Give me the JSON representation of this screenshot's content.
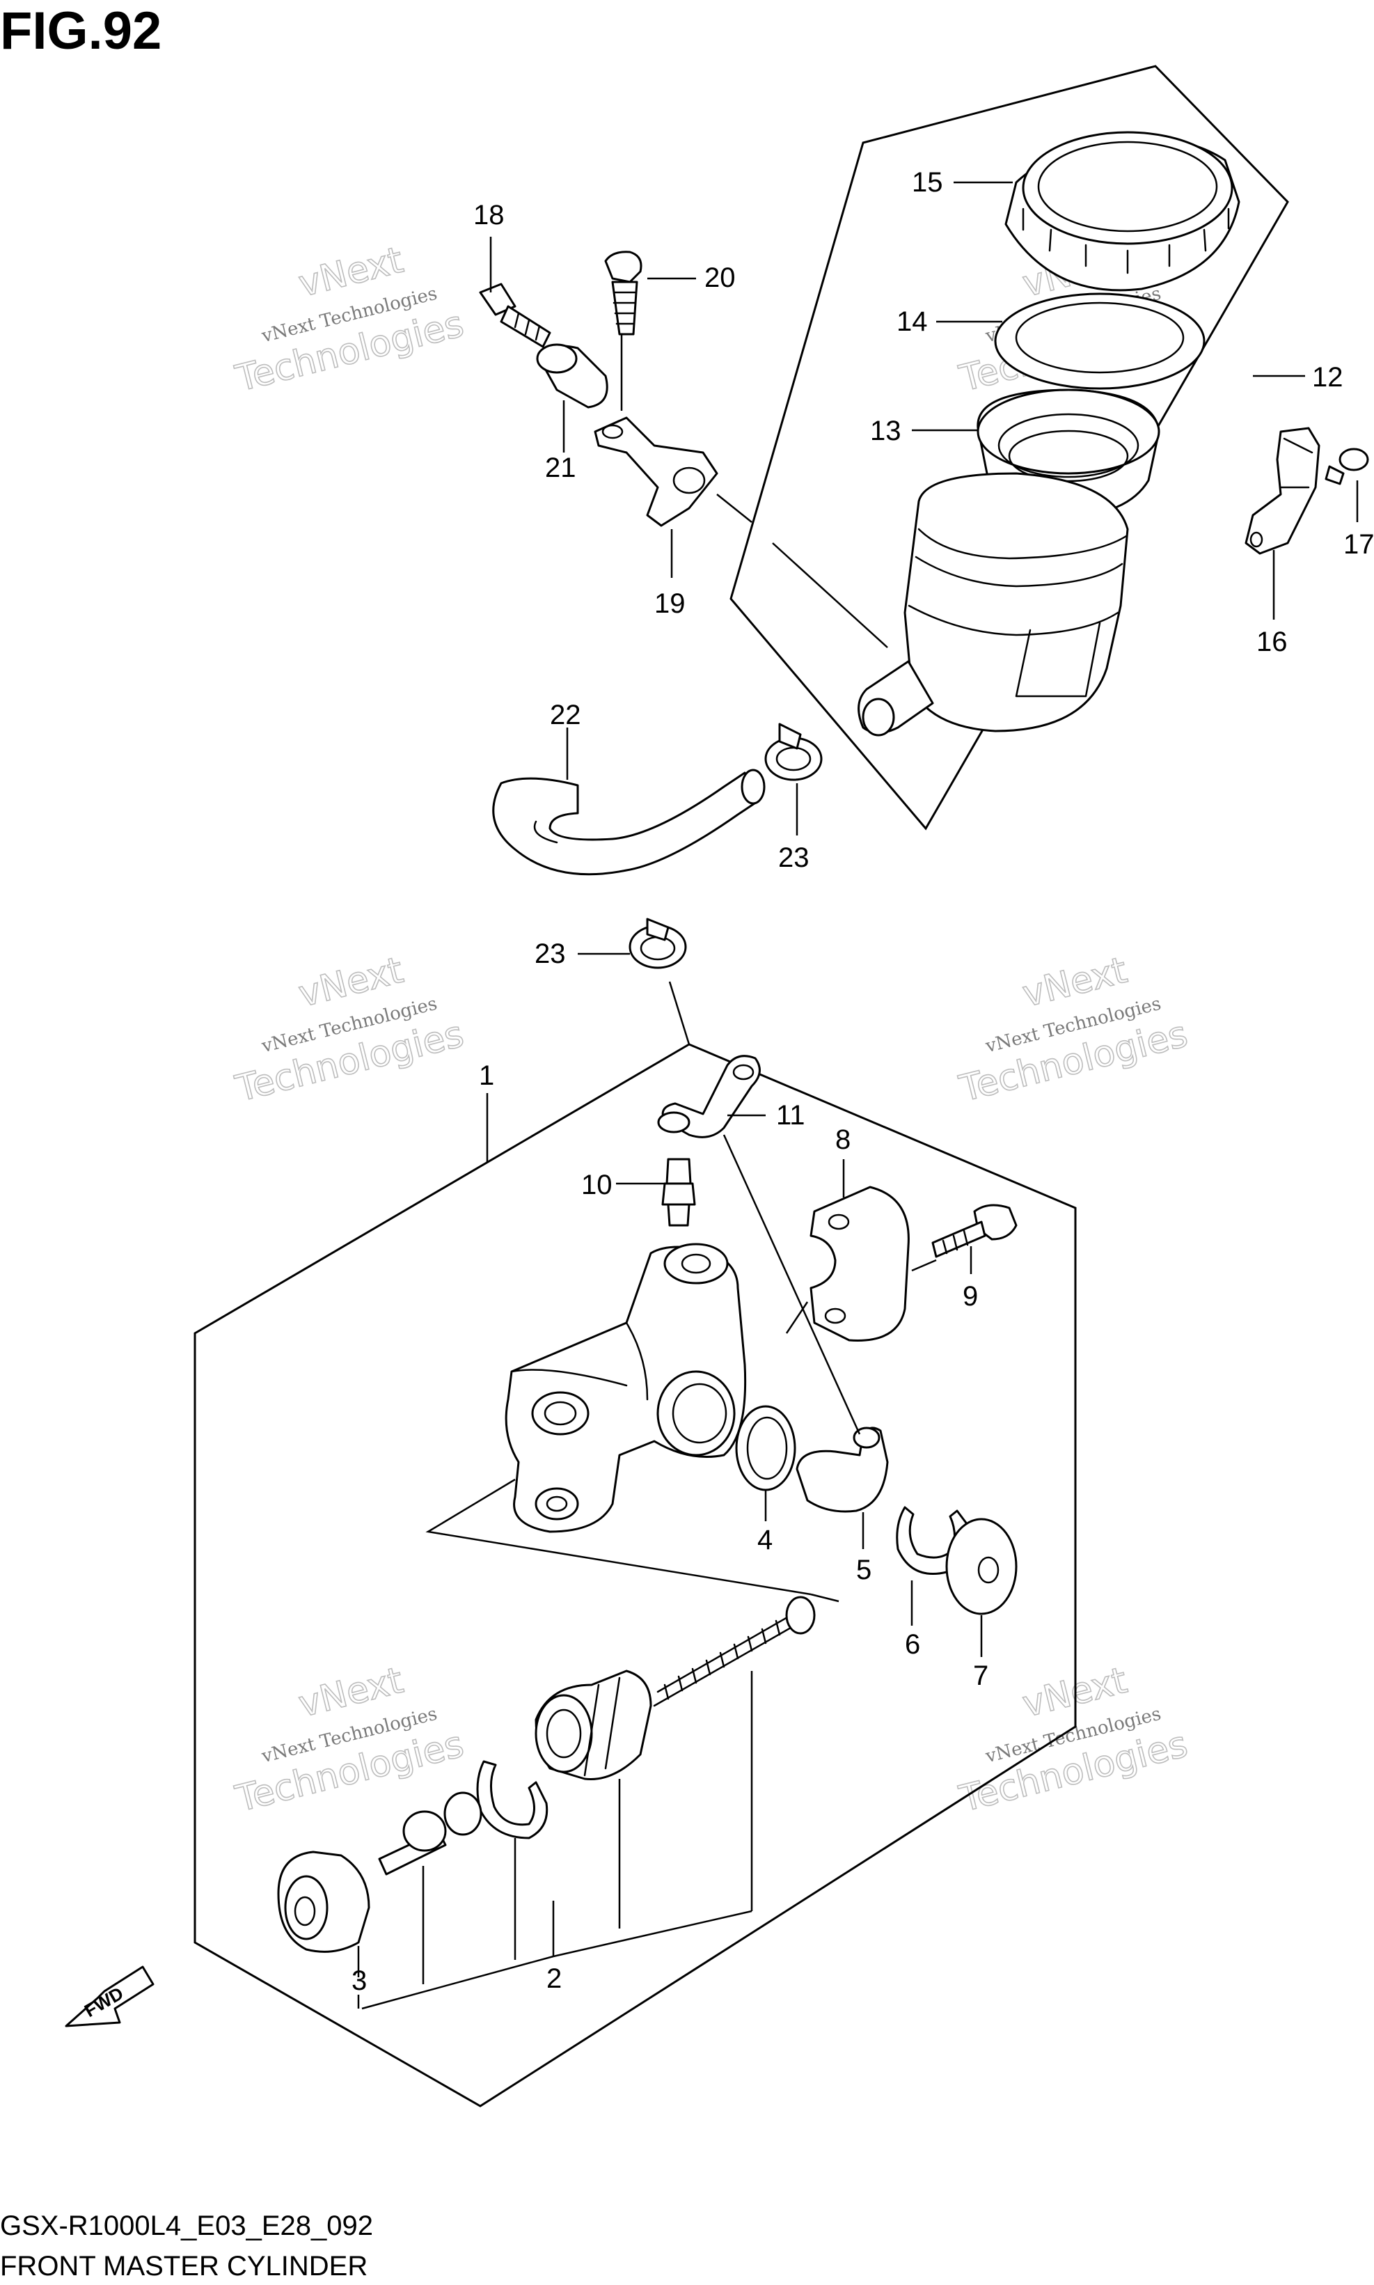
{
  "figure": {
    "title": "FIG.92",
    "code": "GSX-R1000L4_E03_E28_092",
    "name": "FRONT MASTER CYLINDER",
    "fwd_label": "FWD"
  },
  "callouts": [
    {
      "id": "1",
      "label": "1"
    },
    {
      "id": "2",
      "label": "2"
    },
    {
      "id": "3",
      "label": "3"
    },
    {
      "id": "4",
      "label": "4"
    },
    {
      "id": "5",
      "label": "5"
    },
    {
      "id": "6",
      "label": "6"
    },
    {
      "id": "7",
      "label": "7"
    },
    {
      "id": "8",
      "label": "8"
    },
    {
      "id": "9",
      "label": "9"
    },
    {
      "id": "10",
      "label": "10"
    },
    {
      "id": "11",
      "label": "11"
    },
    {
      "id": "12",
      "label": "12"
    },
    {
      "id": "13",
      "label": "13"
    },
    {
      "id": "14",
      "label": "14"
    },
    {
      "id": "15",
      "label": "15"
    },
    {
      "id": "16",
      "label": "16"
    },
    {
      "id": "17",
      "label": "17"
    },
    {
      "id": "18",
      "label": "18"
    },
    {
      "id": "19",
      "label": "19"
    },
    {
      "id": "20",
      "label": "20"
    },
    {
      "id": "21",
      "label": "21"
    },
    {
      "id": "22",
      "label": "22"
    },
    {
      "id": "23a",
      "label": "23"
    },
    {
      "id": "23b",
      "label": "23"
    }
  ],
  "watermark": {
    "line1": "vNext",
    "line2": "vNext Technologies",
    "line3": "Technologies"
  }
}
